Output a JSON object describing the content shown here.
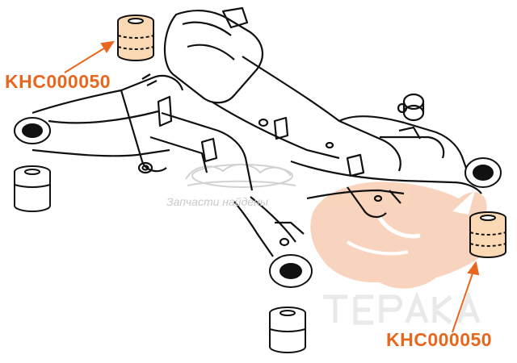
{
  "labels": {
    "top_left_part": "KHC000050",
    "bottom_right_part": "KHC000050"
  },
  "watermark": {
    "subtitle": "Запчасти найдены"
  },
  "colors": {
    "accent": "#e8671e",
    "bushing_fill": "#fbd9b4",
    "watermark": "#f6c3a3",
    "line": "#111111"
  }
}
